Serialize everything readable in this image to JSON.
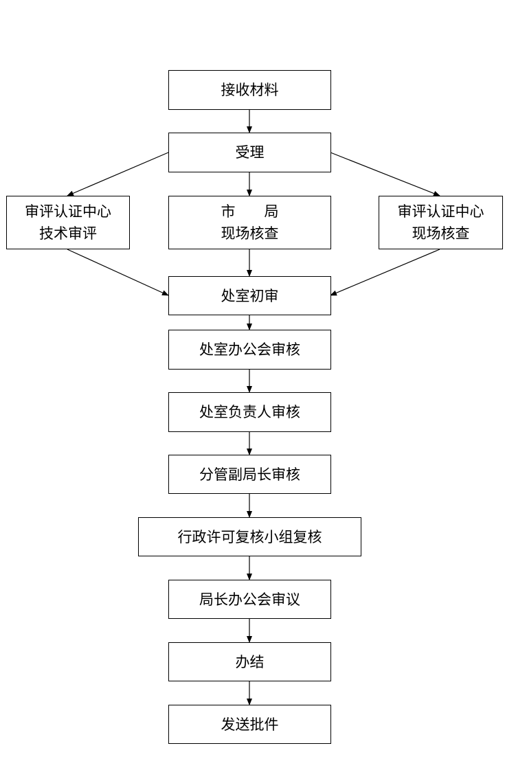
{
  "nodes": {
    "receive": "接收材料",
    "accept": "受理",
    "left_line1": "审评认证中心",
    "left_line2": "技术审评",
    "mid_line1": "市　　局",
    "mid_line2": "现场核查",
    "right_line1": "审评认证中心",
    "right_line2": "现场核查",
    "initial_review": "处室初审",
    "office_meeting": "处室办公会审核",
    "head_review": "处室负责人审核",
    "deputy_review": "分管副局长审核",
    "recheck_group": "行政许可复核小组复核",
    "director_meeting": "局长办公会审议",
    "conclude": "办结",
    "send": "发送批件"
  }
}
